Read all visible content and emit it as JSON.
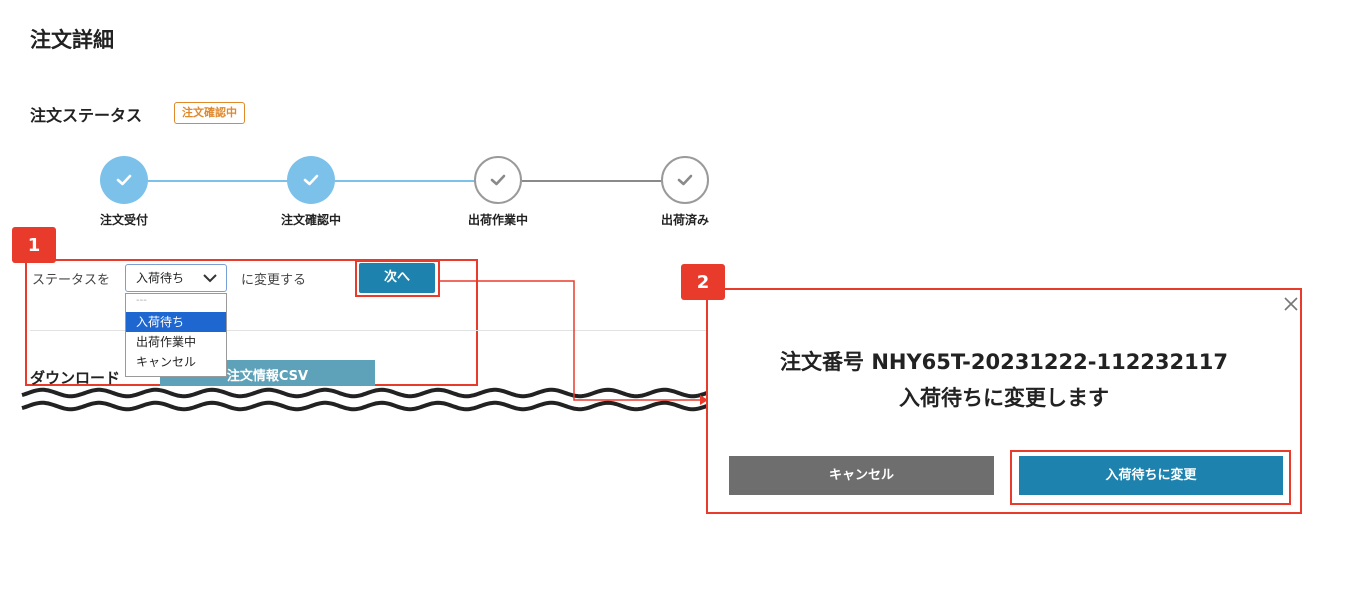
{
  "page": {
    "title": "注文詳細"
  },
  "order_status": {
    "heading": "注文ステータス",
    "badge": "注文確認中",
    "badge_color": "#e0892b",
    "steps": [
      {
        "label": "注文受付",
        "state": "done",
        "icon": "check-icon"
      },
      {
        "label": "注文確認中",
        "state": "done",
        "icon": "check-icon"
      },
      {
        "label": "出荷作業中",
        "state": "todo",
        "icon": "check-icon"
      },
      {
        "label": "出荷済み",
        "state": "todo",
        "icon": "check-icon"
      }
    ]
  },
  "callouts": {
    "first": "1",
    "second": "2",
    "color": "#e83b2c"
  },
  "status_change": {
    "label_before": "ステータスを",
    "selected_value": "入荷待ち",
    "label_after": "に変更する",
    "next_button": "次へ",
    "options": [
      "---",
      "入荷待ち",
      "出荷作業中",
      "キャンセル"
    ],
    "highlighted_option": "入荷待ち"
  },
  "download": {
    "label": "ダウンロード",
    "csv_button": "注文情報CSV"
  },
  "modal": {
    "line1": "注文番号 NHY65T-20231222-112232117",
    "line2": "入荷待ちに変更します",
    "cancel_button": "キャンセル",
    "confirm_button": "入荷待ちに変更"
  },
  "colors": {
    "accent": "#1d83ae",
    "step_done": "#7cc1ea",
    "select_highlight": "#1e66d0"
  }
}
